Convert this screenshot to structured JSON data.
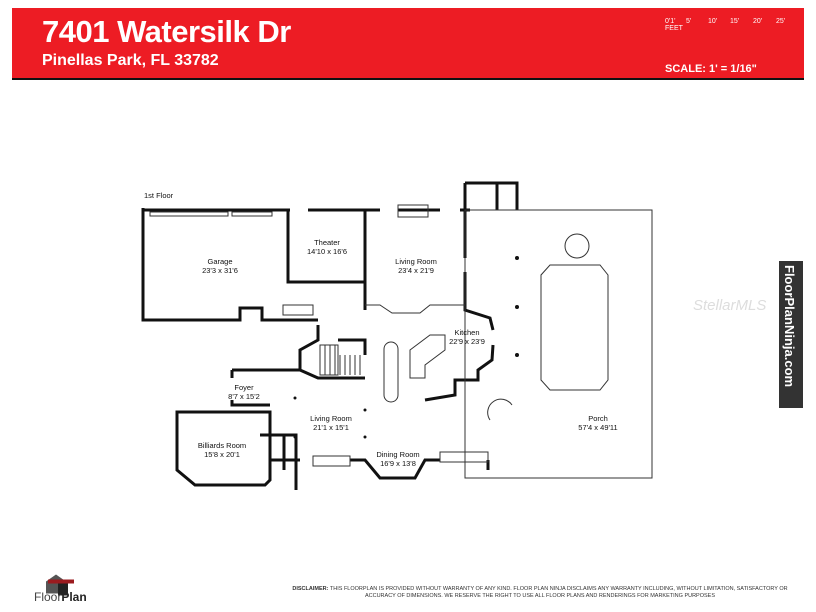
{
  "header": {
    "address": "7401 Watersilk Dr",
    "city": "Pinellas Park, FL 33782",
    "scale_label": "SCALE: 1' = 1/16\"",
    "feet_label": "FEET",
    "ticks": [
      "0'1'",
      "5'",
      "10'",
      "15'",
      "20'",
      "25'"
    ],
    "brand_color": "#ed1c24"
  },
  "floor_label": "1st Floor",
  "rooms": [
    {
      "name": "Garage",
      "dims": "23'3 x 31'6"
    },
    {
      "name": "Theater",
      "dims": "14'10 x 16'6"
    },
    {
      "name": "Living Room",
      "dims": "23'4 x 21'9"
    },
    {
      "name": "Kitchen",
      "dims": "22'9 x 23'9"
    },
    {
      "name": "Foyer",
      "dims": "8'7 x 15'2"
    },
    {
      "name": "Living Room",
      "dims": "21'1 x 15'1"
    },
    {
      "name": "Billiards Room",
      "dims": "15'8 x 20'1"
    },
    {
      "name": "Dining Room",
      "dims": "16'9 x 13'8"
    },
    {
      "name": "Porch",
      "dims": "57'4 x 49'11"
    }
  ],
  "brand_vertical": "FloorPlanNinja.com",
  "watermark": "StellarMLS",
  "logo": {
    "text1": "Floor",
    "text2": "Plan"
  },
  "disclaimer": {
    "label": "DISCLAIMER:",
    "text": "THIS FLOORPLAN IS PROVIDED WITHOUT WARRANTY OF ANY KIND. FLOOR PLAN NINJA DISCLAIMS ANY WARRANTY INCLUDING, WITHOUT LIMITATION, SATISFACTORY OR ACCURACY OF DIMENSIONS. WE RESERVE THE RIGHT TO USE ALL FLOOR PLANS AND RENDERINGS FOR MARKETING PURPOSES"
  }
}
